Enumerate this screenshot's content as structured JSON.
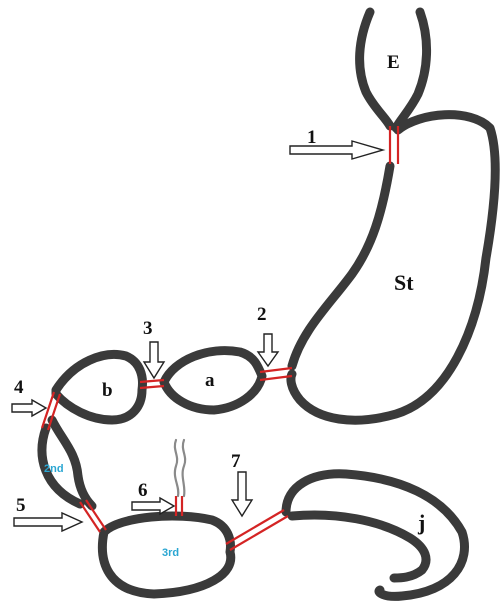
{
  "labels": {
    "esophagus": "E",
    "stomach": "St",
    "segment_a": "a",
    "segment_b": "b",
    "second_part": "2nd",
    "third_part": "3rd",
    "jejunum": "j"
  },
  "markers": [
    "1",
    "2",
    "3",
    "4",
    "5",
    "6",
    "7"
  ],
  "colors": {
    "outline": "#3a3a3a",
    "sphincter": "#d42424",
    "segment_text": "#2aa6d2",
    "duct": "#8a8a8a"
  }
}
